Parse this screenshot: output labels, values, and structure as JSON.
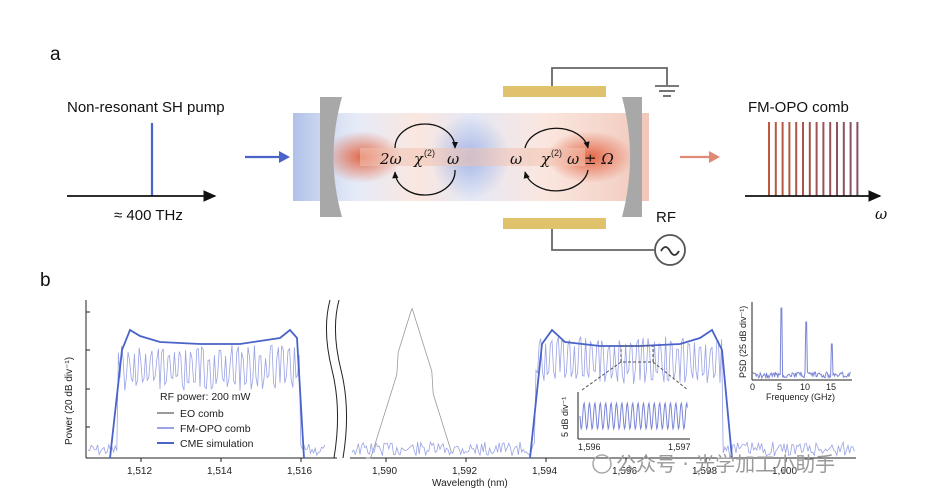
{
  "panel_a": {
    "label": "a",
    "pump_label": "Non-resonant SH pump",
    "pump_freq": "≈ 400 THz",
    "comb_label": "FM-OPO comb",
    "omega_axis": "ω",
    "rf_label": "RF",
    "left_two_omega": "2ω",
    "left_chi": "χ",
    "chi_sup": "(2)",
    "left_omega": "ω",
    "right_omega": "ω",
    "right_chi": "χ",
    "right_out": "ω ± Ω",
    "colors": {
      "pump_blue": "#4a63c8",
      "comb_red": "#c0583f",
      "electrode": "#dfc26b",
      "mirror": "#a8a8a8"
    },
    "comb_line_count": 14
  },
  "panel_b": {
    "label": "b",
    "ylabel": "Power (20 dB div⁻¹)",
    "xlabel": "Wavelength (nm)",
    "legend_title": "RF power: 200 mW",
    "legend": [
      "EO comb",
      "FM-OPO comb",
      "CME simulation"
    ],
    "colors": {
      "eo": "#9a9a9a",
      "opo": "#9aa3e4",
      "cme": "#4a63c8"
    },
    "left_ticks": [
      "1,512",
      "1,514",
      "1,516"
    ],
    "right_ticks": [
      "1,590",
      "1,592",
      "1,594",
      "1,596",
      "1,598",
      "1,600"
    ],
    "inset_zoom": {
      "ylabel": "5 dB div⁻¹",
      "xticks": [
        "1,596",
        "1,597"
      ]
    },
    "inset_psd": {
      "ylabel": "PSD (25 dB div⁻¹)",
      "xlabel": "Frequency (GHz)",
      "xticks": [
        "0",
        "5",
        "10",
        "15"
      ]
    }
  },
  "watermark": "公众号 · 光学加工小助手"
}
